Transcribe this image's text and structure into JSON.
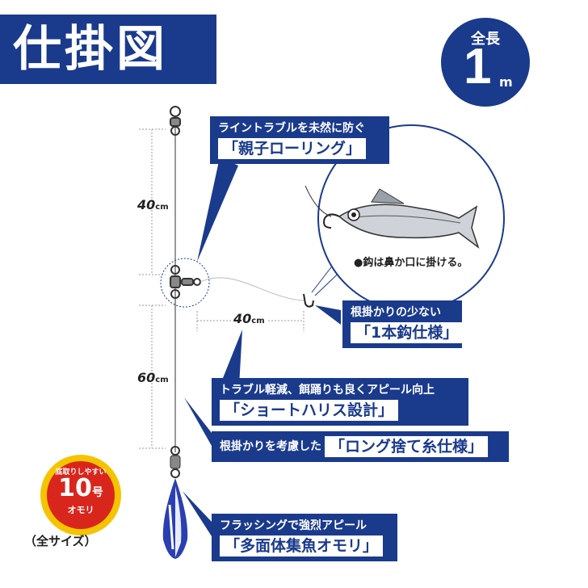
{
  "title": "仕掛図",
  "total_length": {
    "label": "全長",
    "value": "1",
    "unit": "m"
  },
  "dimensions": {
    "upper": "40",
    "lower": "60",
    "branch": "40",
    "unit": "cm"
  },
  "callouts": [
    {
      "sub": "ライントラブルを未然に防ぐ",
      "main": "「親子ローリング」"
    },
    {
      "sub": "根掛かりの少ない",
      "main": "「1本鈎仕様」"
    },
    {
      "sub": "トラブル軽減、餌踊りも良くアピール向上",
      "main": "「ショートハリス設計」"
    },
    {
      "sub": "根掛かりを考慮した",
      "main": "「ロング捨て糸仕様」"
    },
    {
      "sub": "フラッシングで強烈アピール",
      "main": "「多面体集魚オモリ」"
    }
  ],
  "hook_note": "●鈎は鼻か口に掛ける。",
  "sinker_badge": {
    "top": "底取りしやすい",
    "number": "10",
    "suffix": "号",
    "bottom": "オモリ"
  },
  "size_note": "（全サイズ）",
  "colors": {
    "navy": "#1a3a8c",
    "sinker_blue": "#2a3fb0",
    "badge_red": "#d9261c",
    "badge_yellow": "#f5c400"
  }
}
